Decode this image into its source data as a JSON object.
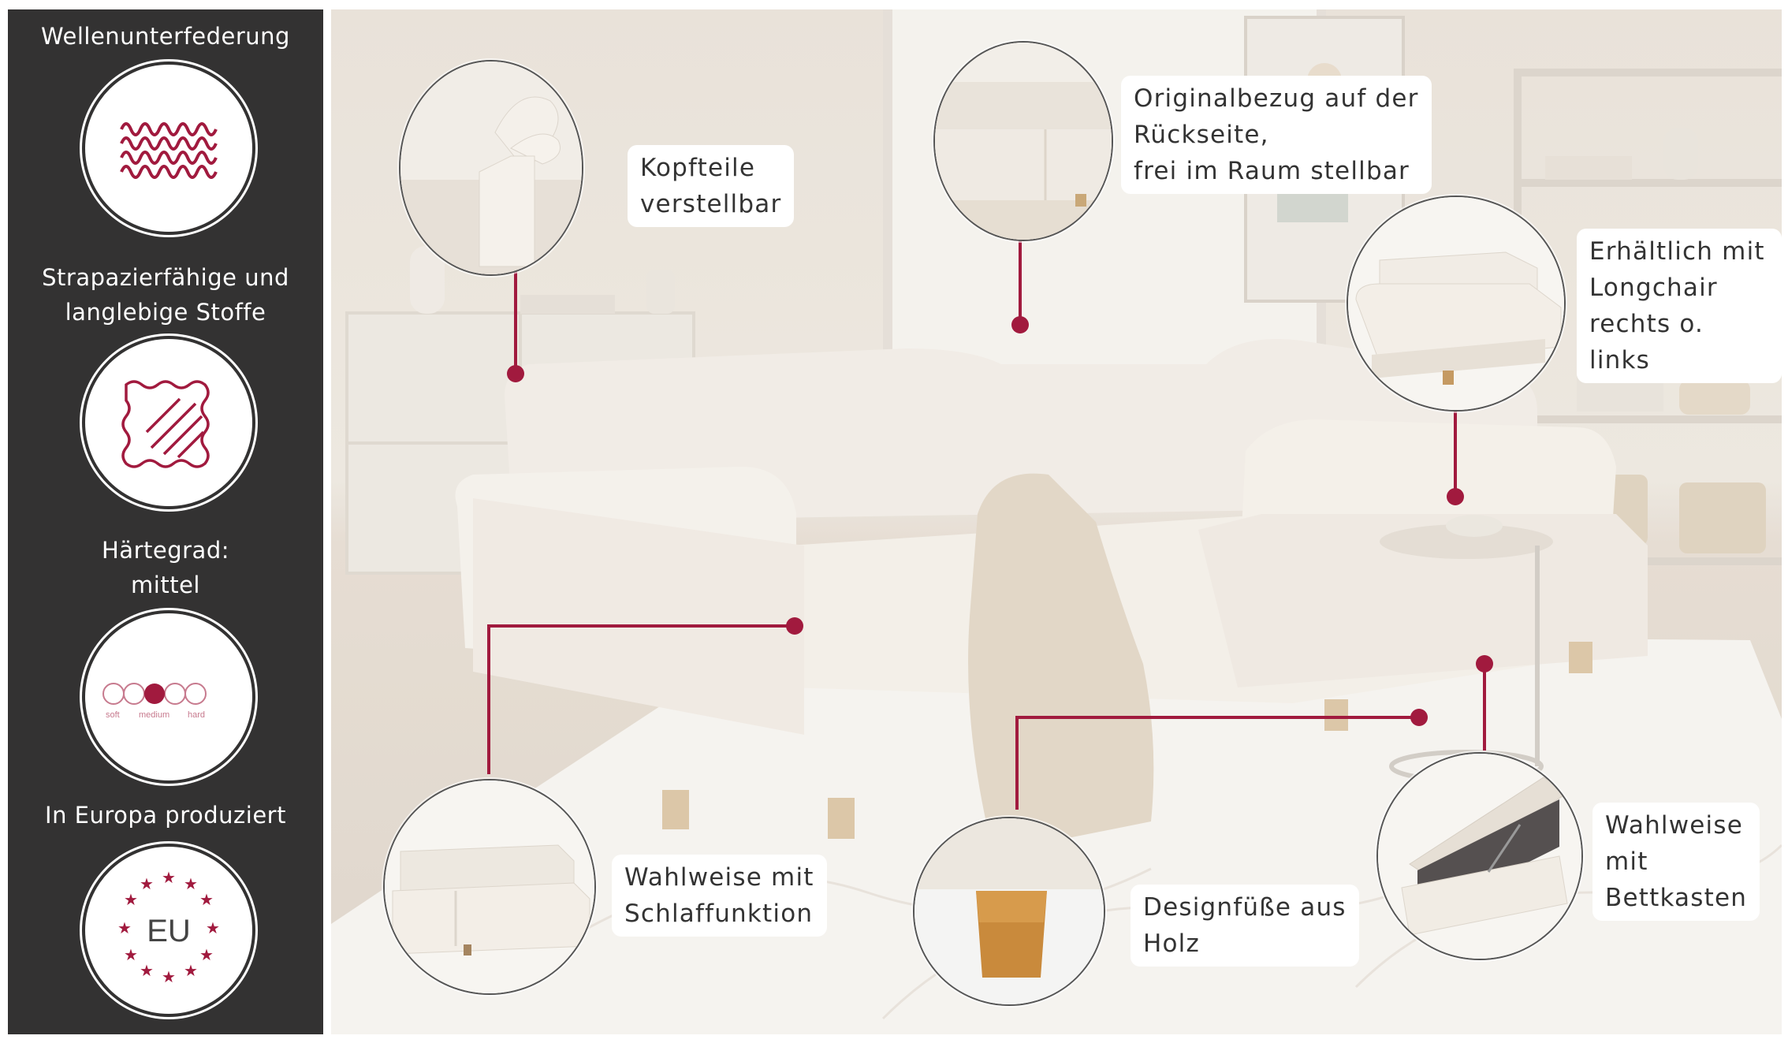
{
  "sidebar": {
    "features": [
      {
        "title": "Wellenunterfederung",
        "icon": "wave-spring-icon"
      },
      {
        "title": "Strapazierfähige und\nlanglebige Stoffe",
        "icon": "fabric-swatch-icon"
      },
      {
        "title": "Härtegrad:\nmittel",
        "icon": "firmness-scale-icon",
        "scale": {
          "soft": "soft",
          "medium": "medium",
          "hard": "hard"
        }
      },
      {
        "title": "In Europa produziert",
        "icon": "eu-stars-icon",
        "badge": "EU"
      }
    ]
  },
  "callouts": [
    {
      "label": "Kopfteile\nverstellbar",
      "icon": "headrest-detail-image"
    },
    {
      "label": "Originalbezug auf der\nRückseite,\nfrei im Raum stellbar",
      "icon": "backside-detail-image"
    },
    {
      "label": "Erhältlich mit\nLongchair\nrechts o. links",
      "icon": "longchair-detail-image"
    },
    {
      "label": "Wahlweise mit\nSchlaffunktion",
      "icon": "sleep-function-detail-image"
    },
    {
      "label": "Designfüße aus\nHolz",
      "icon": "wooden-foot-detail-image"
    },
    {
      "label": "Wahlweise\nmit\nBettkasten",
      "icon": "storage-box-detail-image"
    }
  ],
  "colors": {
    "accent": "#a11a3e",
    "sidebar": "#333232",
    "sofa": "#f3efe8"
  }
}
